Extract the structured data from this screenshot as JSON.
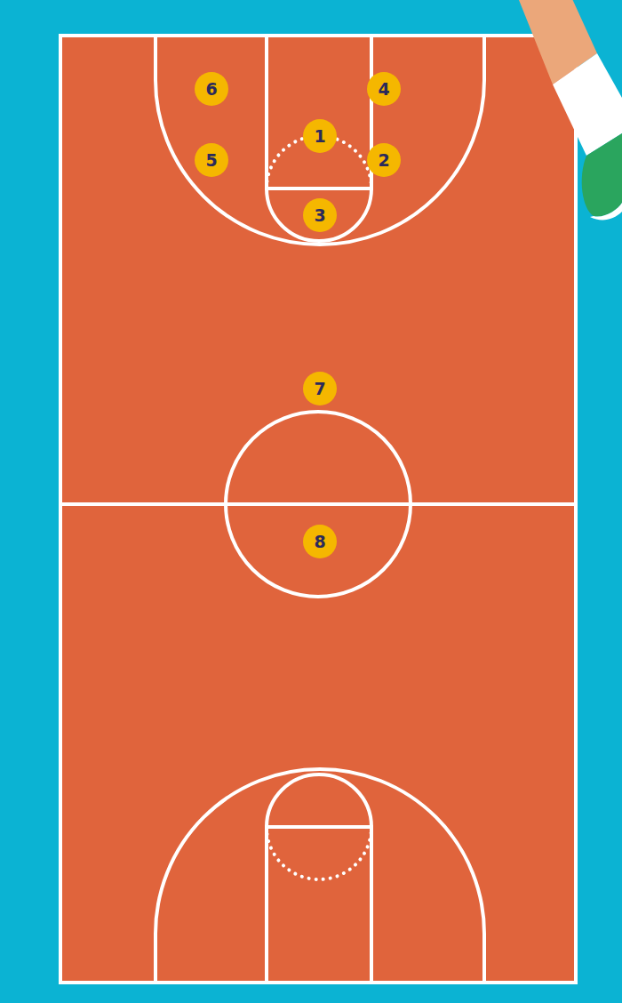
{
  "diagram": {
    "nodes": [
      {
        "text": [
          "6"
        ]
      },
      {
        "text": [
          "4"
        ]
      },
      {
        "text": [
          "1"
        ]
      },
      {
        "text": [
          "5"
        ]
      },
      {
        "text": [
          "2"
        ]
      },
      {
        "text": [
          "3"
        ]
      },
      {
        "text": [
          "7"
        ]
      },
      {
        "text": [
          "8"
        ]
      }
    ]
  }
}
